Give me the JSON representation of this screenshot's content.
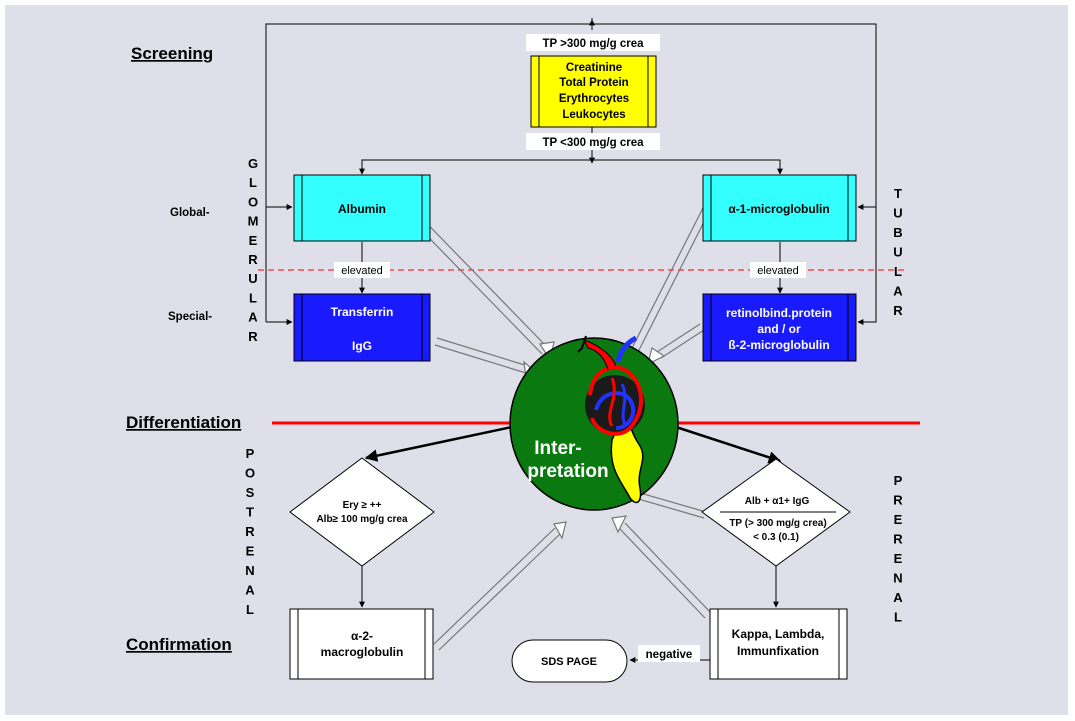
{
  "sections": {
    "screening": "Screening",
    "differentiation": "Differentiation",
    "confirmation": "Confirmation"
  },
  "conditions": {
    "tp_high": "TP >300 mg/g crea",
    "tp_low": "TP <300 mg/g crea",
    "elevated_left": "elevated",
    "elevated_right": "elevated",
    "negative": "negative"
  },
  "screening_box": {
    "line1": "Creatinine",
    "line2": "Total Protein",
    "line3": "Erythrocytes",
    "line4": "Leukocytes"
  },
  "labels": {
    "global": "Global-",
    "special": "Special-"
  },
  "vertical_labels": {
    "glomerular": [
      "G",
      "L",
      "O",
      "M",
      "E",
      "R",
      "U",
      "L",
      "A",
      "R"
    ],
    "tubular": [
      "T",
      "U",
      "B",
      "U",
      "L",
      "A",
      "R"
    ],
    "postrenal": [
      "P",
      "O",
      "S",
      "T",
      "R",
      "E",
      "N",
      "A",
      "L"
    ],
    "prerenal": [
      "P",
      "R",
      "E",
      "R",
      "E",
      "N",
      "A",
      "L"
    ]
  },
  "boxes": {
    "albumin": "Albumin",
    "alpha1": "α-1-microglobulin",
    "transferrin": "Transferrin",
    "igg": "IgG",
    "rbp1": "retinolbind.protein",
    "rbp2": "and / or",
    "rbp3": "ß-2-microglobulin",
    "alpha2_1": "α-2-",
    "alpha2_2": "macroglobulin",
    "kappa1": "Kappa, Lambda,",
    "kappa2": "Immunfixation",
    "sds": "SDS PAGE"
  },
  "diamonds": {
    "ery1": "Ery ≥ ++",
    "ery2": "Alb≥ 100 mg/g crea",
    "ratio_num": "Alb + α1+ IgG",
    "ratio_den": "TP (> 300 mg/g crea)",
    "ratio_val": "< 0.3 (0.1)"
  },
  "center": {
    "line1": "Inter-",
    "line2": "pretation"
  },
  "colors": {
    "background": "#dfdfea",
    "yellow": "#ffff00",
    "cyan": "#33ffff",
    "blue": "#1a1aff",
    "green": "#0a7a10",
    "red": "#ff0000"
  }
}
